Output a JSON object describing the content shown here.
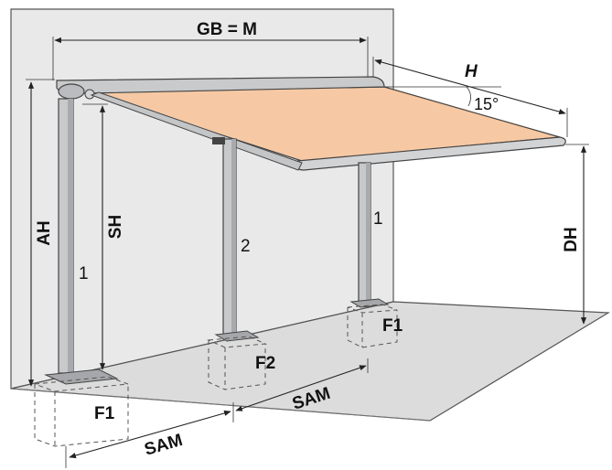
{
  "labels": {
    "width": "GB = M",
    "projection": "H",
    "angle": "15°",
    "mount_height": "AH",
    "post_height": "SH",
    "clearance": "DH",
    "post_outer_left": "1",
    "post_middle": "2",
    "post_outer_right": "1",
    "foundation_left": "F1",
    "foundation_middle": "F2",
    "foundation_right": "F1",
    "spacing_front": "SAM",
    "spacing_back": "SAM"
  },
  "colors": {
    "awning_fabric": "#f6c9a4",
    "wall": "#e9e9ea",
    "ground": "#dcdcdd",
    "post": "#c8c9cb",
    "outline": "#333333"
  }
}
